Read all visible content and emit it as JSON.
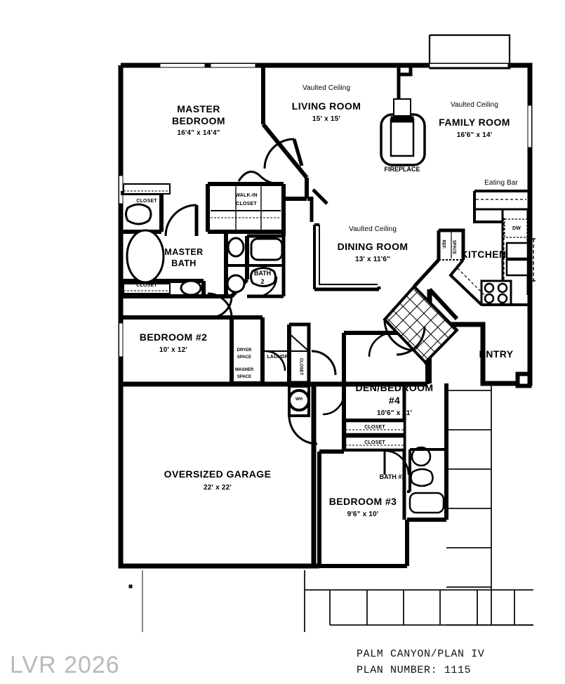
{
  "document": {
    "type": "residential-floor-plan",
    "watermark": "LVR 2026",
    "title_line1": "PALM CANYON/PLAN IV",
    "title_line2": "PLAN NUMBER: 1115"
  },
  "rooms": [
    {
      "id": "master-bedroom",
      "name": "MASTER\nBEDROOM",
      "name1": "MASTER",
      "name2": "BEDROOM",
      "dim": "16'4\" x 14'4\"",
      "vaulted": null
    },
    {
      "id": "living-room",
      "name": "LIVING ROOM",
      "dim": "15' x 15'",
      "vaulted": "Vaulted Ceiling"
    },
    {
      "id": "family-room",
      "name": "FAMILY ROOM",
      "dim": "16'6\" x 14'",
      "vaulted": "Vaulted Ceiling"
    },
    {
      "id": "dining-room",
      "name": "DINING ROOM",
      "dim": "13' x 11'6\"",
      "vaulted": "Vaulted Ceiling"
    },
    {
      "id": "kitchen",
      "name": "KITCHEN",
      "dim": "",
      "vaulted": null
    },
    {
      "id": "entry",
      "name": "ENTRY",
      "dim": "",
      "vaulted": null
    },
    {
      "id": "master-bath",
      "name1": "MASTER",
      "name2": "BATH",
      "dim": "",
      "vaulted": null
    },
    {
      "id": "bedroom-2",
      "name": "BEDROOM #2",
      "dim": "10' x 12'",
      "vaulted": null
    },
    {
      "id": "bedroom-3",
      "name": "BEDROOM #3",
      "dim": "9'6\" x 10'",
      "vaulted": null
    },
    {
      "id": "den-bedroom-4",
      "name1": "DEN/BEDROOM",
      "name2": "#4",
      "dim": "10'6\" x 11'",
      "vaulted": null
    },
    {
      "id": "oversized-garage",
      "name": "OVERSIZED GARAGE",
      "dim": "22' x 22'",
      "vaulted": null
    }
  ],
  "labels": {
    "fireplace": "FIREPLACE",
    "eating_bar": "Eating Bar",
    "walk_in_closet_1": "WALK-IN",
    "walk_in_closet_2": "CLOSET",
    "closet": "CLOSET",
    "bath2_1": "BATH",
    "bath2_2": "2",
    "bath3": "BATH #3",
    "laundry": "LAUNDRY",
    "dryer_1": "DRYER",
    "dryer_2": "SPACE",
    "washer_1": "WASHER",
    "washer_2": "SPACE",
    "water_heater": "WH",
    "dishwasher": "DW",
    "ref_1": "REF.",
    "ref_2": "SPACE",
    "vaulted": "Vaulted Ceiling"
  },
  "colors": {
    "wall": "#000000",
    "paper": "#ffffff",
    "watermark": "#b9b9b9",
    "thin_line": "#1a1a1a"
  }
}
